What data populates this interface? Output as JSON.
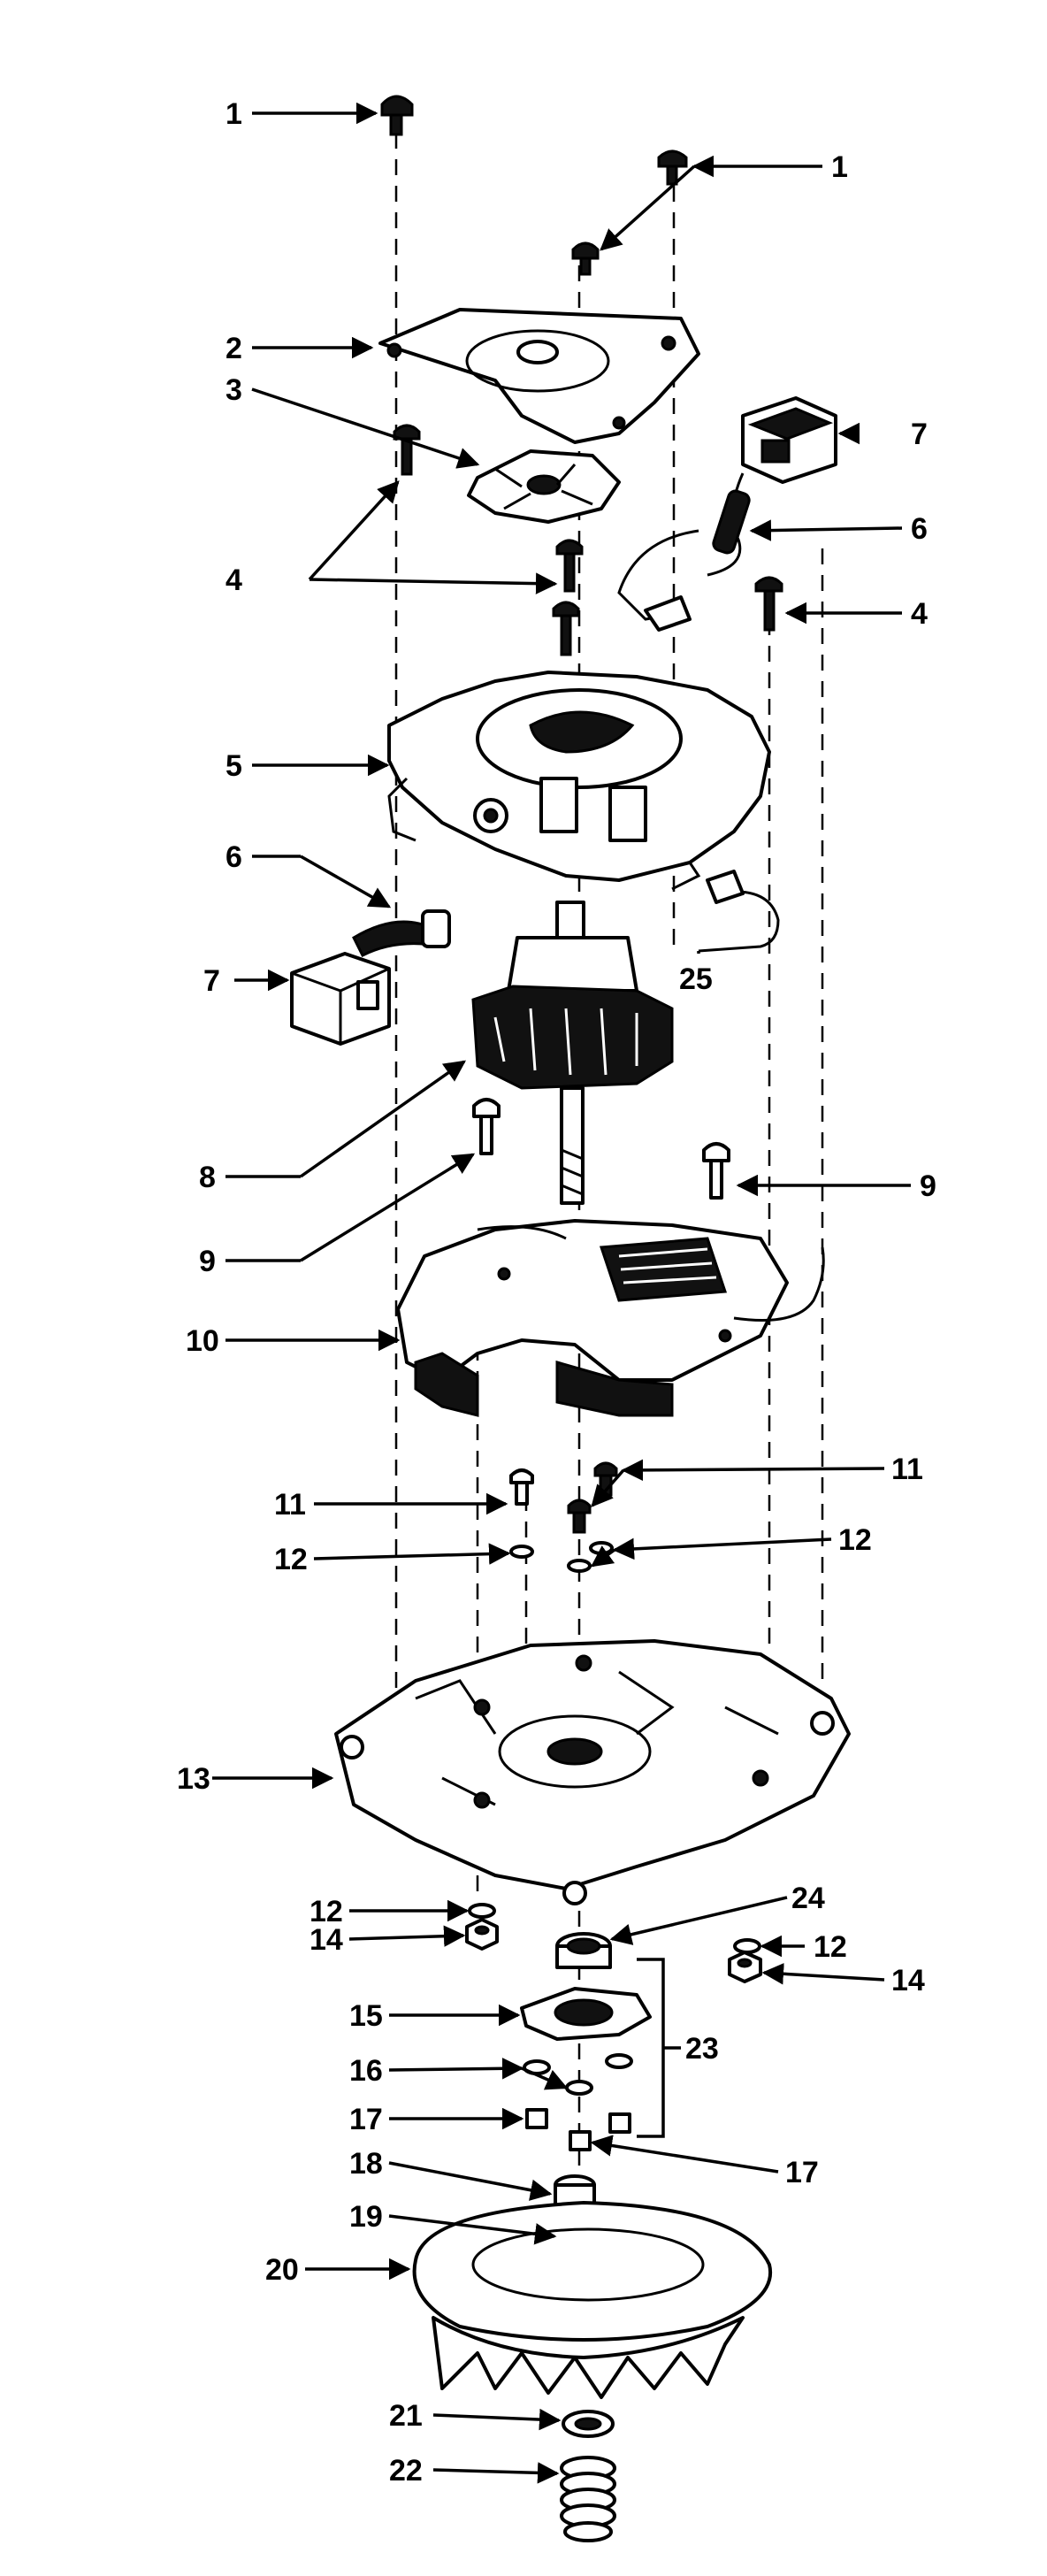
{
  "diagram": {
    "callouts": [
      "1",
      "1",
      "2",
      "3",
      "4",
      "4",
      "5",
      "6",
      "6",
      "7",
      "7",
      "8",
      "9",
      "9",
      "10",
      "11",
      "11",
      "12",
      "12",
      "12",
      "12",
      "13",
      "14",
      "14",
      "15",
      "16",
      "17",
      "17",
      "18",
      "19",
      "20",
      "21",
      "22",
      "23",
      "24",
      "25"
    ]
  },
  "colors": {
    "ink": "#000000",
    "paper": "#ffffff"
  }
}
